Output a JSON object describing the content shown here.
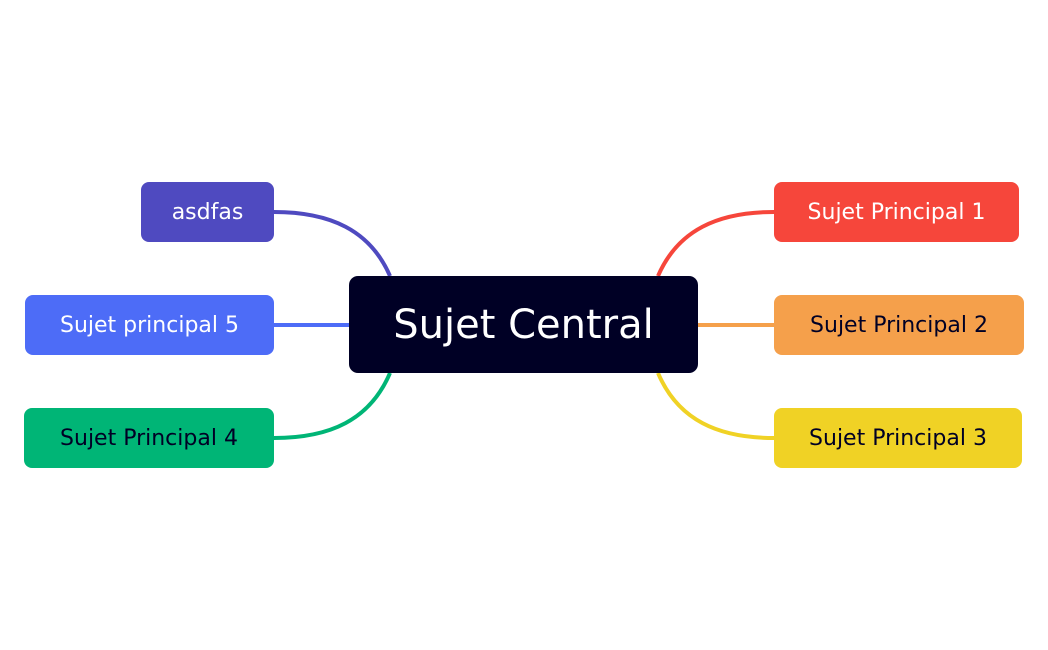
{
  "mindmap": {
    "central": {
      "label": "Sujet Central",
      "color": "#000025"
    },
    "topics": {
      "asdfas": {
        "label": "asdfas",
        "color": "#4f4ac0"
      },
      "p5": {
        "label": "Sujet principal 5",
        "color": "#4d6cf7"
      },
      "p4": {
        "label": "Sujet Principal 4",
        "color": "#00b576"
      },
      "p1": {
        "label": "Sujet Principal 1",
        "color": "#f6463b"
      },
      "p2": {
        "label": "Sujet Principal 2",
        "color": "#f5a04b"
      },
      "p3": {
        "label": "Sujet Principal 3",
        "color": "#f0d225"
      }
    }
  }
}
